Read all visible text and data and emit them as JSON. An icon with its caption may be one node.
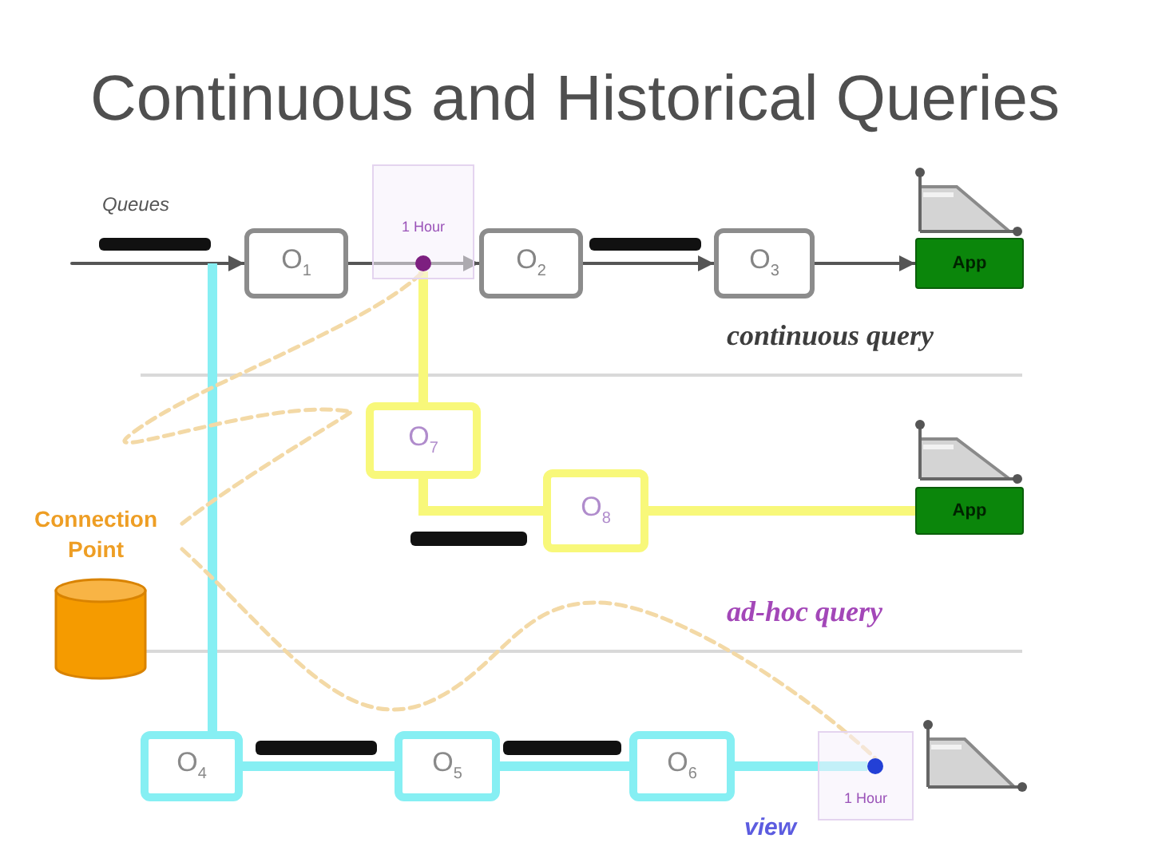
{
  "diagram": {
    "title": "Continuous and Historical Queries",
    "nodes": [
      {
        "text": [
          "O$_{1}$"
        ]
      },
      {
        "text": [
          "1 Hour"
        ]
      },
      {
        "text": [],
        "shape": "circle",
        "in": 1
      },
      {
        "text": [
          "O$_{2}$"
        ]
      },
      {
        "text": [
          "O$_{3}$"
        ]
      },
      {
        "text": [
          "App"
        ]
      },
      {
        "text": [
          "O$_{7}$"
        ]
      },
      {
        "text": [
          "O$_{8}$"
        ]
      },
      {
        "text": [
          "App"
        ]
      },
      {
        "text": [
          "Connection Point"
        ]
      },
      {
        "text": [],
        "shape": "cylinder"
      },
      {
        "text": [
          "O$_{4}$"
        ]
      },
      {
        "text": [
          "O$_{5}$"
        ]
      },
      {
        "text": [
          "O$_{6}$"
        ]
      },
      {
        "text": [
          "1 Hour"
        ]
      },
      {
        "text": [],
        "shape": "circle",
        "in": 14
      }
    ],
    "edges": [
      {
        "from": null,
        "to": 0,
        "arrow": "to"
      },
      {
        "from": 0,
        "to": 2,
        "arrow": "none"
      },
      {
        "from": 2,
        "to": 3,
        "arrow": "to"
      },
      {
        "from": 3,
        "to": 4,
        "arrow": "to"
      },
      {
        "from": 4,
        "to": 5,
        "arrow": "to"
      },
      {
        "from": 2,
        "to": 6,
        "arrow": "none",
        "style": "thick",
        "color": "#f8f87a"
      },
      {
        "from": 6,
        "to": 7,
        "arrow": "none",
        "style": "thick",
        "color": "#f8f87a"
      },
      {
        "from": 7,
        "to": 8,
        "arrow": "none",
        "style": "thick",
        "color": "#f8f87a"
      },
      {
        "from": null,
        "to": 11,
        "arrow": "none",
        "style": "thick",
        "color": "#86eff3"
      },
      {
        "from": 11,
        "to": 12,
        "arrow": "none",
        "style": "thick",
        "color": "#86eff3"
      },
      {
        "from": 12,
        "to": 13,
        "arrow": "none",
        "style": "thick",
        "color": "#86eff3"
      },
      {
        "from": 13,
        "to": 15,
        "arrow": "none",
        "style": "thick",
        "color": "#86eff3"
      },
      {
        "from": 9,
        "to": 2,
        "arrow": "none",
        "style": "dashed",
        "color": "#f3d9a6"
      },
      {
        "from": 9,
        "to": 15,
        "arrow": "none",
        "style": "dashed",
        "color": "#f3d9a6"
      }
    ],
    "labels": [
      "Queues",
      "continuous query",
      "ad-hoc query",
      "view"
    ]
  }
}
